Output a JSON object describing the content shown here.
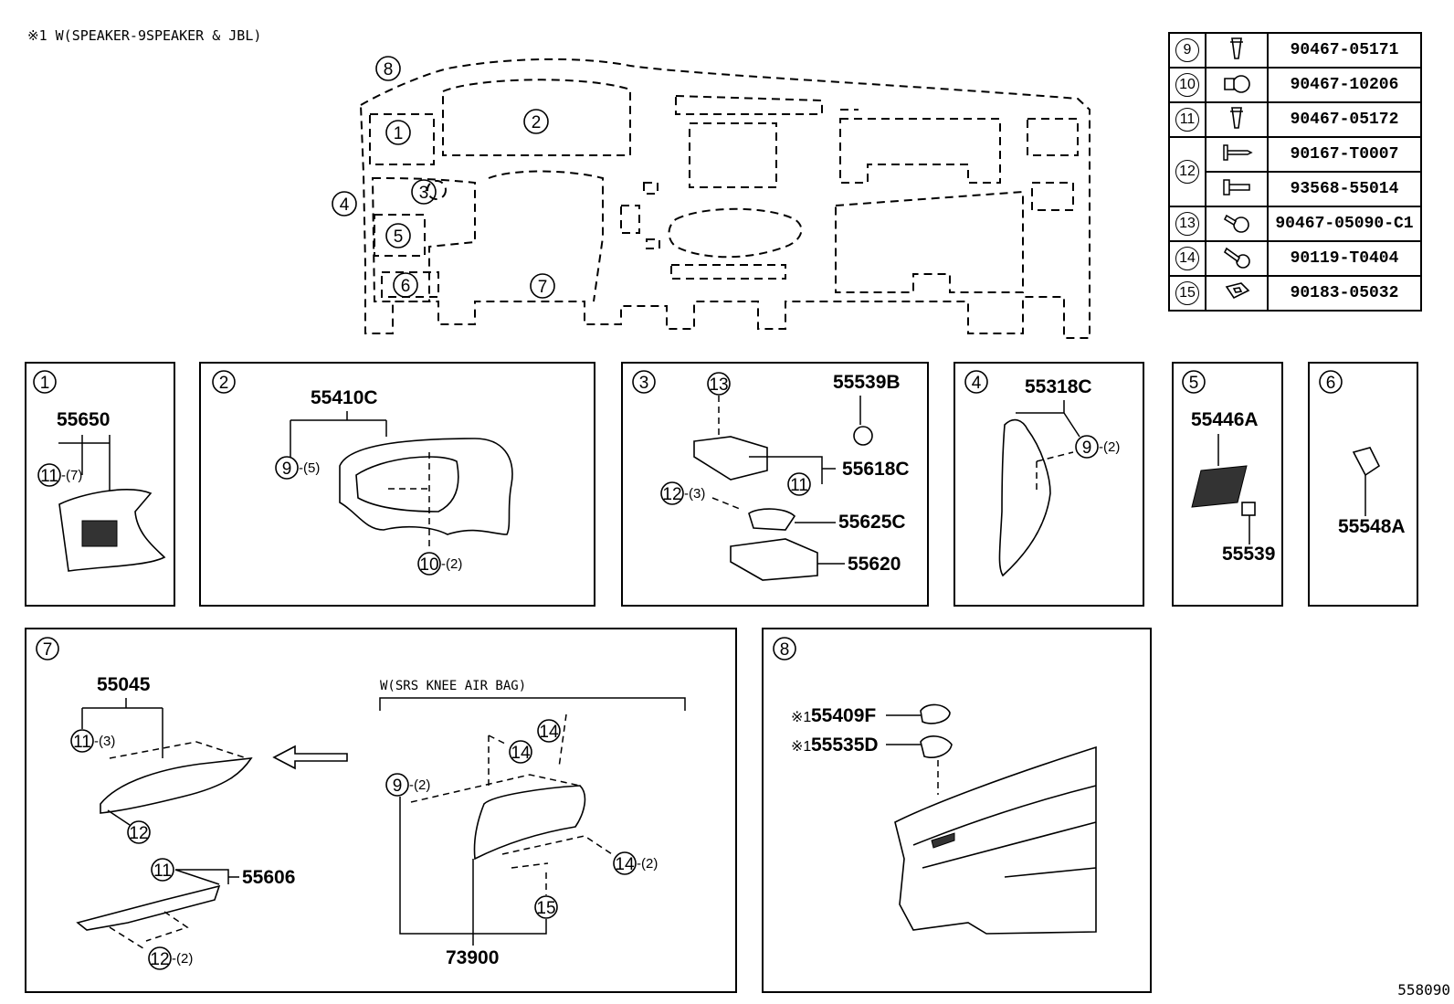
{
  "header_note": "※1 W(SPEAKER-9SPEAKER & JBL)",
  "footer_code": "558090",
  "overview_callouts": [
    "1",
    "2",
    "3",
    "4",
    "5",
    "6",
    "7",
    "8"
  ],
  "clip_table": [
    {
      "ref": "9",
      "icon": "push-clip-icon",
      "part": "90467-05171"
    },
    {
      "ref": "10",
      "icon": "rivet-clip-icon",
      "part": "90467-10206"
    },
    {
      "ref": "11",
      "icon": "push-clip-icon",
      "part": "90467-05172"
    },
    {
      "ref": "12",
      "icon": "tapping-screw-icon",
      "part": "90167-T0007"
    },
    {
      "ref": "",
      "icon": "screw-icon",
      "part": "93568-55014"
    },
    {
      "ref": "13",
      "icon": "grommet-clip-icon",
      "part": "90467-05090-C1"
    },
    {
      "ref": "14",
      "icon": "washer-bolt-icon",
      "part": "90119-T0404"
    },
    {
      "ref": "15",
      "icon": "u-nut-icon",
      "part": "90183-05032"
    }
  ],
  "panels": {
    "p1": {
      "num": "1",
      "part": "55650",
      "clip": "11",
      "qty": "-(7)"
    },
    "p2": {
      "num": "2",
      "part": "55410C",
      "clip_a": "9",
      "qty_a": "-(5)",
      "clip_b": "10",
      "qty_b": "-(2)"
    },
    "p3": {
      "num": "3",
      "clip_a": "13",
      "part_a": "55539B",
      "part_b": "55618C",
      "clip_b": "11",
      "clip_c": "12",
      "qty_c": "-(3)",
      "part_c": "55625C",
      "part_d": "55620"
    },
    "p4": {
      "num": "4",
      "part": "55318C",
      "clip": "9",
      "qty": "-(2)"
    },
    "p5": {
      "num": "5",
      "part_a": "55446A",
      "part_b": "55539"
    },
    "p6": {
      "num": "6",
      "part": "55548A"
    },
    "p7": {
      "num": "7",
      "part_a": "55045",
      "clip_a": "11",
      "qty_a": "-(3)",
      "clip_b": "12",
      "part_b": "55606",
      "clip_c": "11",
      "clip_d": "12",
      "qty_d": "-(2)",
      "variant": "W(SRS KNEE AIR BAG)",
      "clip_e": "9",
      "qty_e": "-(2)",
      "clip_f": "14",
      "clip_g": "14",
      "clip_h": "14",
      "qty_h": "-(2)",
      "clip_i": "15",
      "part_c": "73900"
    },
    "p8": {
      "num": "8",
      "mark": "※1",
      "part_a": "55409F",
      "part_b": "55535D"
    }
  }
}
